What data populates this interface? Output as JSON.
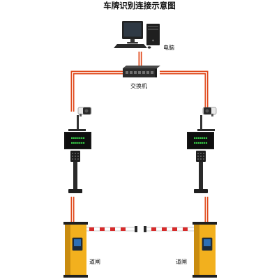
{
  "title": "车牌识别连接示意图",
  "labels": {
    "computer": "电脑",
    "switch": "交换机",
    "gate_left": "道闸",
    "gate_right": "道闸"
  },
  "colors": {
    "cable": "#e0491b",
    "cable_inner": "#ffffff",
    "equipment_dark": "#1c1c1c",
    "display_text": "#3ad24a",
    "barrier_housing": "#f2b01e",
    "barrier_stripe_red": "#d62a2a"
  },
  "devices": {
    "computer": "desktop-computer-icon",
    "switch": "network-switch-icon",
    "cameras": "lpr-camera-icon",
    "displays": "led-display-icon",
    "barriers": "barrier-gate-icon"
  }
}
